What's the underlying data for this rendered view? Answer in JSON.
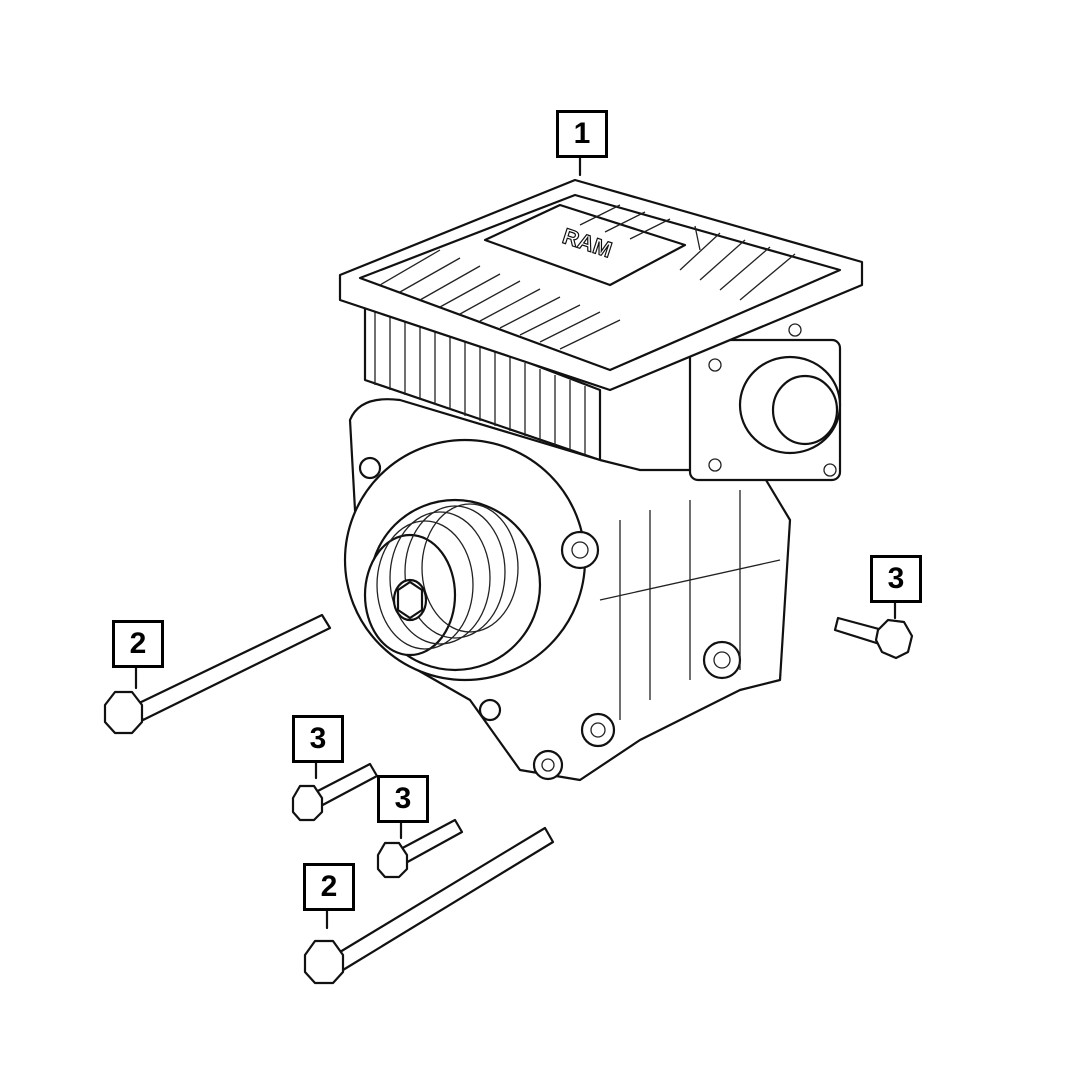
{
  "diagram": {
    "callouts": [
      {
        "id": "callout-1",
        "label": "1",
        "part": "generator"
      },
      {
        "id": "callout-2a",
        "label": "2",
        "part": "long-bolt-upper"
      },
      {
        "id": "callout-3a",
        "label": "3",
        "part": "short-bolt-right"
      },
      {
        "id": "callout-3b",
        "label": "3",
        "part": "short-bolt-left-upper"
      },
      {
        "id": "callout-3c",
        "label": "3",
        "part": "short-bolt-left-lower"
      },
      {
        "id": "callout-2b",
        "label": "2",
        "part": "long-bolt-lower"
      }
    ],
    "logo_text": "RAM"
  }
}
